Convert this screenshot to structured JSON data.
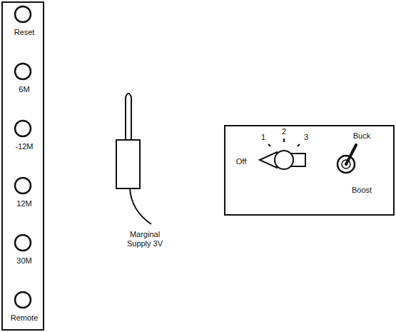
{
  "diagram": {
    "nodes": [
      {
        "text": [
          "Reset",
          "6M",
          "-12M",
          "12M",
          "30M",
          "Remote"
        ]
      },
      {
        "text": [
          "Off",
          "1",
          "2",
          "3",
          "Buck",
          "Boost"
        ]
      }
    ],
    "labels": [
      "Marginal Supply 3V"
    ]
  }
}
